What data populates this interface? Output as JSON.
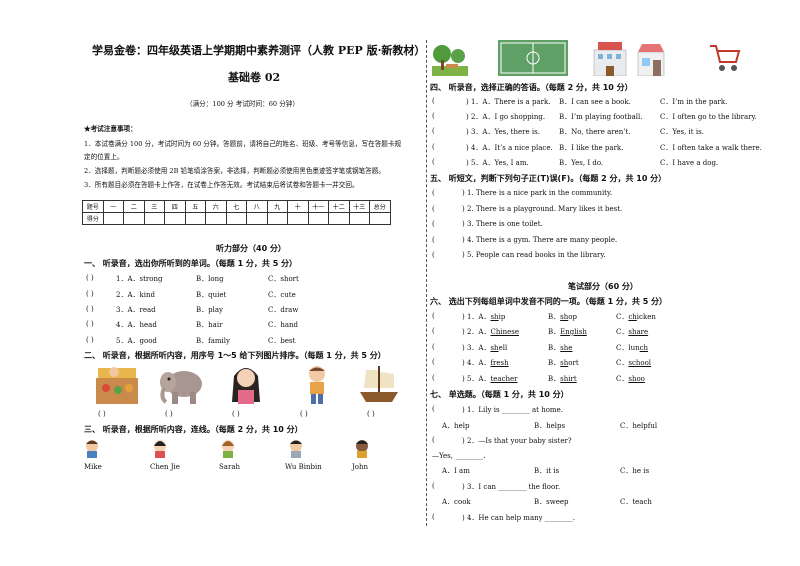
{
  "header": {
    "title": "学易金卷：四年级英语上学期期中素养测评（人教 PEP 版·新教材）",
    "subtitle": "基础卷 02",
    "meta": "（满分：100 分      考试时间：60 分钟）"
  },
  "notes": {
    "heading": "★考试注意事项：",
    "items": [
      "1．本试卷满分 100 分，考试时间为 60 分钟。答题前，请将自己的姓名、班级、考号等信息，写在答题卡规",
      "定的位置上。",
      "2．选择题，判断题必须使用 2B 铅笔填涂答案，非选择，判断题必须使用黑色墨迹签字笔或钢笔答题。",
      "3．所有题目必须在答题卡上作答，在试卷上作答无效。考试结束后将试卷和答题卡一并交回。"
    ]
  },
  "score_table": {
    "header": [
      "题号",
      "一",
      "二",
      "三",
      "四",
      "五",
      "六",
      "七",
      "八",
      "九",
      "十",
      "十一",
      "十二",
      "十三",
      "总分"
    ],
    "row_label": "得分"
  },
  "listening": {
    "part_title": "听力部分（40 分）",
    "s1": {
      "title": "一、 听录音，选出你所听到的单词。（每题 1 分，共 5 分）",
      "questions": [
        {
          "num": "1．A．strong",
          "b": "B．long",
          "c": "C．short"
        },
        {
          "num": "2．A．kind",
          "b": "B．quiet",
          "c": "C．cute"
        },
        {
          "num": "3．A．read",
          "b": "B．play",
          "c": "C．draw"
        },
        {
          "num": "4．A．head",
          "b": "B．hair",
          "c": "C．hand"
        },
        {
          "num": "5．A．good",
          "b": "B．family",
          "c": "C．best"
        }
      ]
    },
    "s2": {
      "title": "二、 听录音，根据所听内容，用序号 1～5 给下列图片排序。（每题 1 分，共 5 分）"
    },
    "s3": {
      "title": "三、 听录音，根据所听内容，连线。（每题 2 分，共 10 分）",
      "names": [
        "Mike",
        "Chen Jie",
        "Sarah",
        "Wu Binbin",
        "John"
      ]
    },
    "s4": {
      "title": "四、 听录音，选择正确的答语。（每题 2 分，共 10 分）",
      "questions": [
        {
          "a": ")  1．A．There is a park.",
          "b": "B．I can see a book.",
          "c": "C．I’m in the park."
        },
        {
          "a": ")  2．A．I go shopping.",
          "b": "B．I’m playing football.",
          "c": "C．I often go to the library."
        },
        {
          "a": ")  3．A．Yes, there is.",
          "b": "B．No, there aren’t.",
          "c": "C．Yes, it is."
        },
        {
          "a": ")  4．A．It’s a nice place.",
          "b": "B．I like the park.",
          "c": "C．I often take a walk there."
        },
        {
          "a": ")  5．A．Yes, I am.",
          "b": "B．Yes, I do.",
          "c": "C．I have a dog."
        }
      ]
    },
    "s5": {
      "title": "五、 听短文，判断下列句子正(T)误(F)。（每题 2 分，共 10 分）",
      "items": [
        ")  1. There is a nice park in the community.",
        ")  2. There is a playground. Mary likes it best.",
        ")  3. There is one toilet.",
        ")  4. There is a gym. There are many people.",
        ")  5. People can read books in the library."
      ]
    }
  },
  "writing": {
    "part_title": "笔试部分（60 分）",
    "s6": {
      "title": "六、 选出下列每组单词中发音不同的一项。（每题 1 分，共 5 分）",
      "questions": [
        {
          "a": ")  1．A．",
          "aw": [
            "sh",
            "ip"
          ],
          "b": "B．",
          "bw": [
            "sh",
            "op"
          ],
          "c": "C．",
          "cw": [
            "ch",
            "icken"
          ]
        },
        {
          "a": ")  2．A．",
          "aw": [
            "Chinese",
            ""
          ],
          "b": "B．",
          "bw": [
            "English",
            ""
          ],
          "c": "C．",
          "cw": [
            "share",
            ""
          ]
        },
        {
          "a": ")  3．A．",
          "aw": [
            "sh",
            "ell"
          ],
          "b": "B．",
          "bw": [
            "she",
            ""
          ],
          "c": "C．",
          "cw": [
            "lun",
            "ch"
          ]
        },
        {
          "a": ")  4．A．",
          "aw": [
            "fresh",
            ""
          ],
          "b": "B．",
          "bw": [
            "sh",
            "ort"
          ],
          "c": "C．",
          "cw": [
            "school",
            ""
          ]
        },
        {
          "a": ")  5．A．",
          "aw": [
            "teacher",
            ""
          ],
          "b": "B．",
          "bw": [
            "shirt",
            ""
          ],
          "c": "C．",
          "cw": [
            "shoo",
            ""
          ]
        }
      ]
    },
    "s7": {
      "title": "七、 单选题。（每题 1 分，共 10 分）",
      "q1": ")  1．Lily is ________ at home.",
      "q1_opts": [
        "A．help",
        "B．helps",
        "C．helpful"
      ],
      "q2": ")  2．—Is that your baby sister?",
      "q2_ans": "—Yes, ________.",
      "q2_opts": [
        "A．I am",
        "B．it is",
        "C．he is"
      ],
      "q3": ")  3．I can ________ the floor.",
      "q3_opts": [
        "A．cook",
        "B．sweep",
        "C．teach"
      ],
      "q4": ")  4．He can help many ________."
    }
  },
  "blank_paren": "(        )",
  "left_paren": "("
}
